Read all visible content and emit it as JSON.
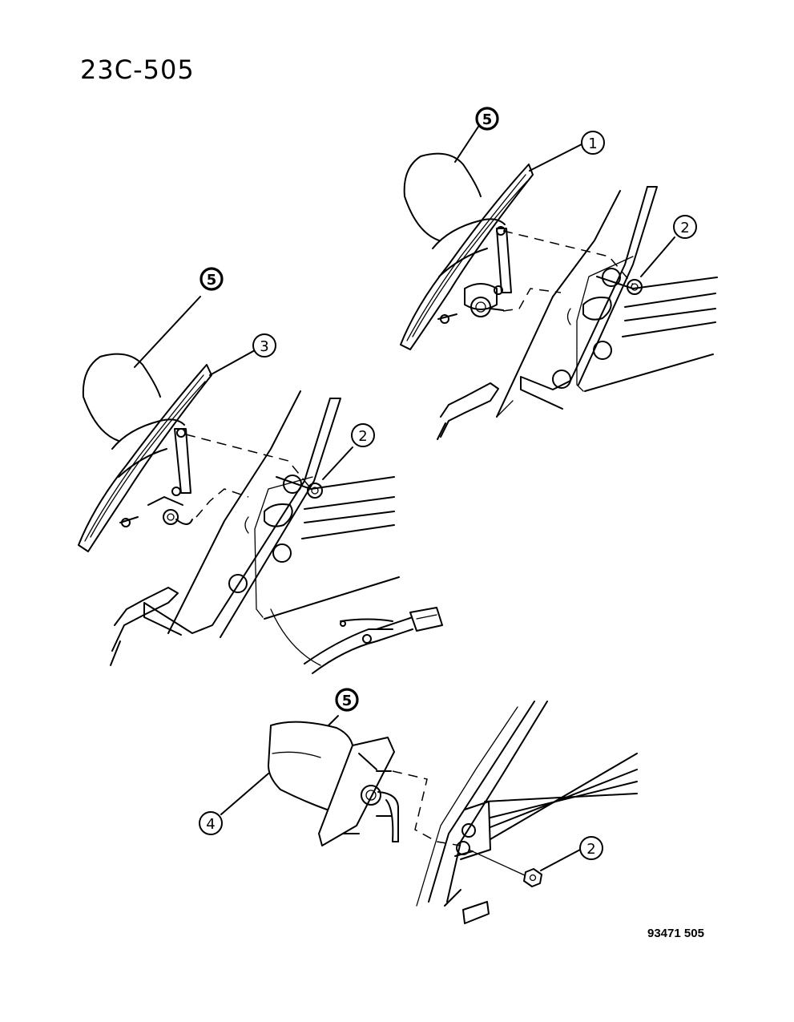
{
  "header": {
    "page_code": "23C-505"
  },
  "footer": {
    "drawing_number": "93471 505"
  },
  "callouts": {
    "top_right": {
      "item_5": "5",
      "item_1": "1",
      "item_2": "2"
    },
    "middle_left": {
      "item_5": "5",
      "item_3": "3",
      "item_2": "2"
    },
    "bottom": {
      "item_5": "5",
      "item_4": "4",
      "item_2": "2"
    }
  }
}
